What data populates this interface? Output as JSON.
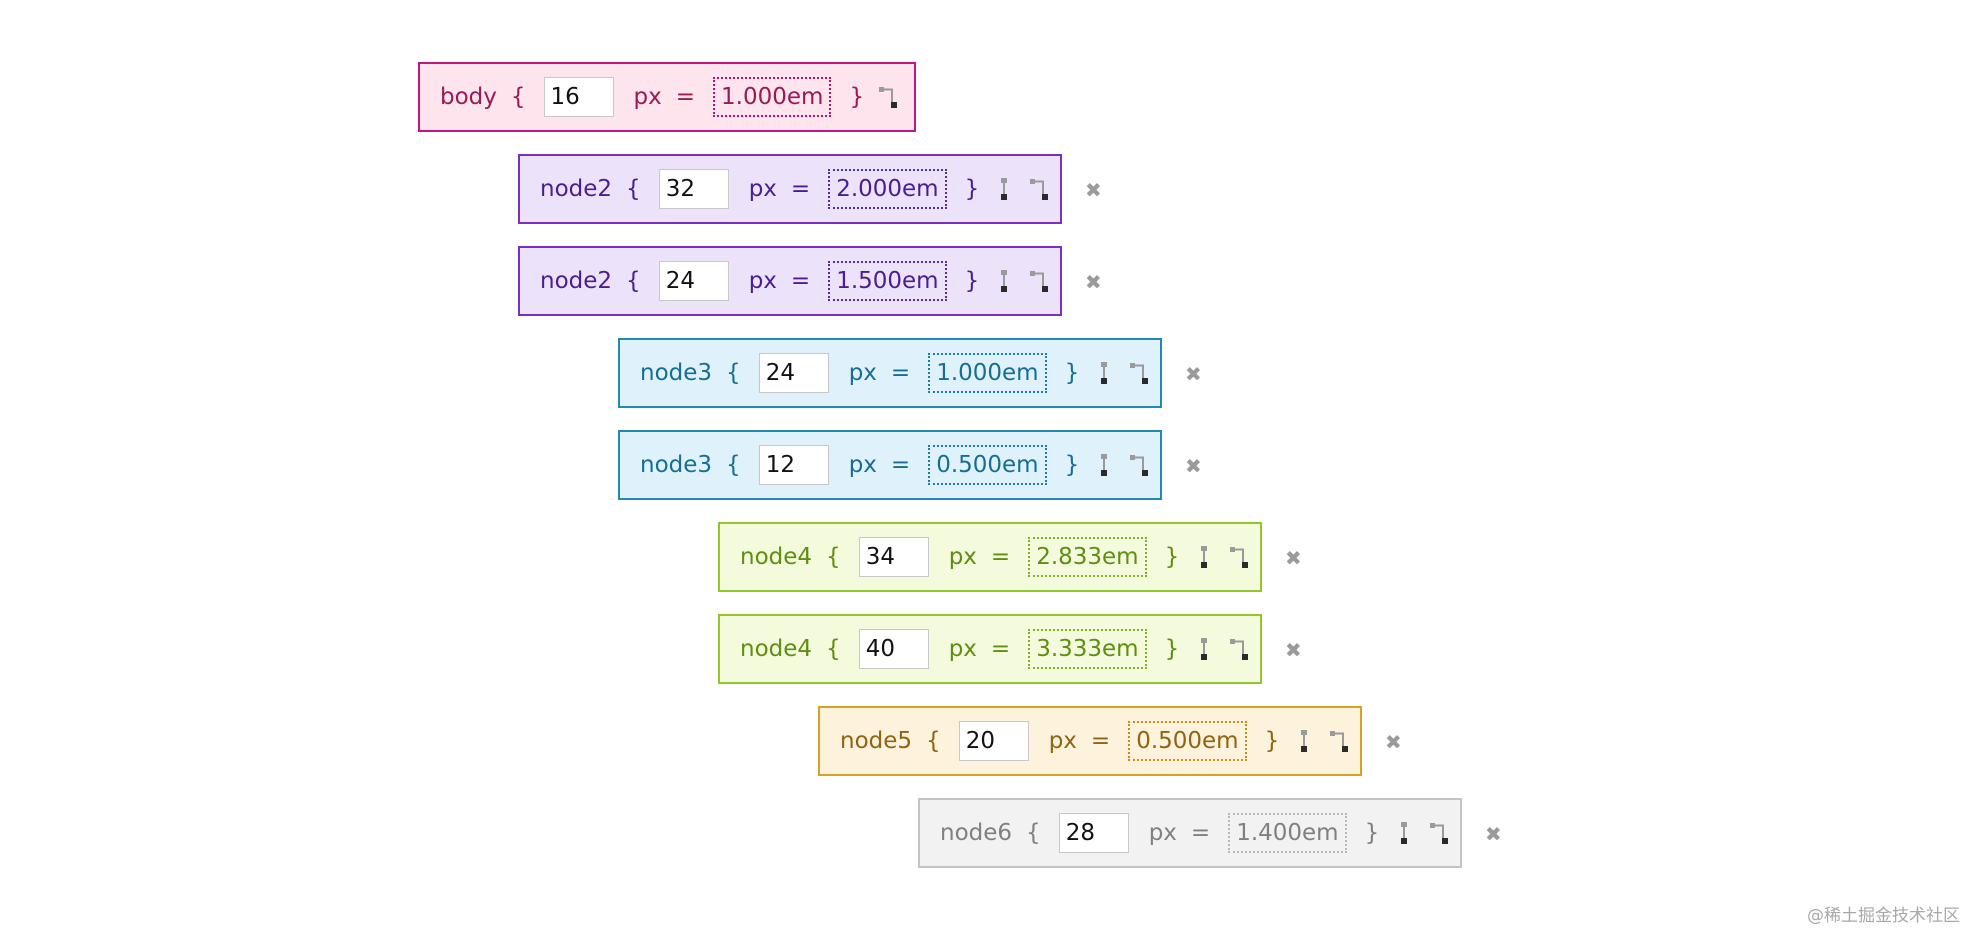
{
  "nodes": [
    {
      "name": "body",
      "open_brace": "{",
      "px_value": "16",
      "px_label": "px",
      "equals": "=",
      "em_value": "1.000em",
      "close_brace": "}"
    },
    {
      "name": "node2",
      "open_brace": "{",
      "px_value": "32",
      "px_label": "px",
      "equals": "=",
      "em_value": "2.000em",
      "close_brace": "}"
    },
    {
      "name": "node2",
      "open_brace": "{",
      "px_value": "24",
      "px_label": "px",
      "equals": "=",
      "em_value": "1.500em",
      "close_brace": "}"
    },
    {
      "name": "node3",
      "open_brace": "{",
      "px_value": "24",
      "px_label": "px",
      "equals": "=",
      "em_value": "1.000em",
      "close_brace": "}"
    },
    {
      "name": "node3",
      "open_brace": "{",
      "px_value": "12",
      "px_label": "px",
      "equals": "=",
      "em_value": "0.500em",
      "close_brace": "}"
    },
    {
      "name": "node4",
      "open_brace": "{",
      "px_value": "34",
      "px_label": "px",
      "equals": "=",
      "em_value": "2.833em",
      "close_brace": "}"
    },
    {
      "name": "node4",
      "open_brace": "{",
      "px_value": "40",
      "px_label": "px",
      "equals": "=",
      "em_value": "3.333em",
      "close_brace": "}"
    },
    {
      "name": "node5",
      "open_brace": "{",
      "px_value": "20",
      "px_label": "px",
      "equals": "=",
      "em_value": "0.500em",
      "close_brace": "}"
    },
    {
      "name": "node6",
      "open_brace": "{",
      "px_value": "28",
      "px_label": "px",
      "equals": "=",
      "em_value": "1.400em",
      "close_brace": "}"
    }
  ],
  "remove_symbol": "✖",
  "icons": {
    "sibling": "add-sibling-icon",
    "child": "add-child-icon",
    "remove": "remove-icon"
  },
  "colors": {
    "body": "#c2167e",
    "node2": "#7a2ec4",
    "node3": "#1f8ab3",
    "node4": "#94c52a",
    "node5": "#d8a225",
    "node6": "#c4c4c4"
  },
  "watermark": "@稀土掘金技术社区"
}
